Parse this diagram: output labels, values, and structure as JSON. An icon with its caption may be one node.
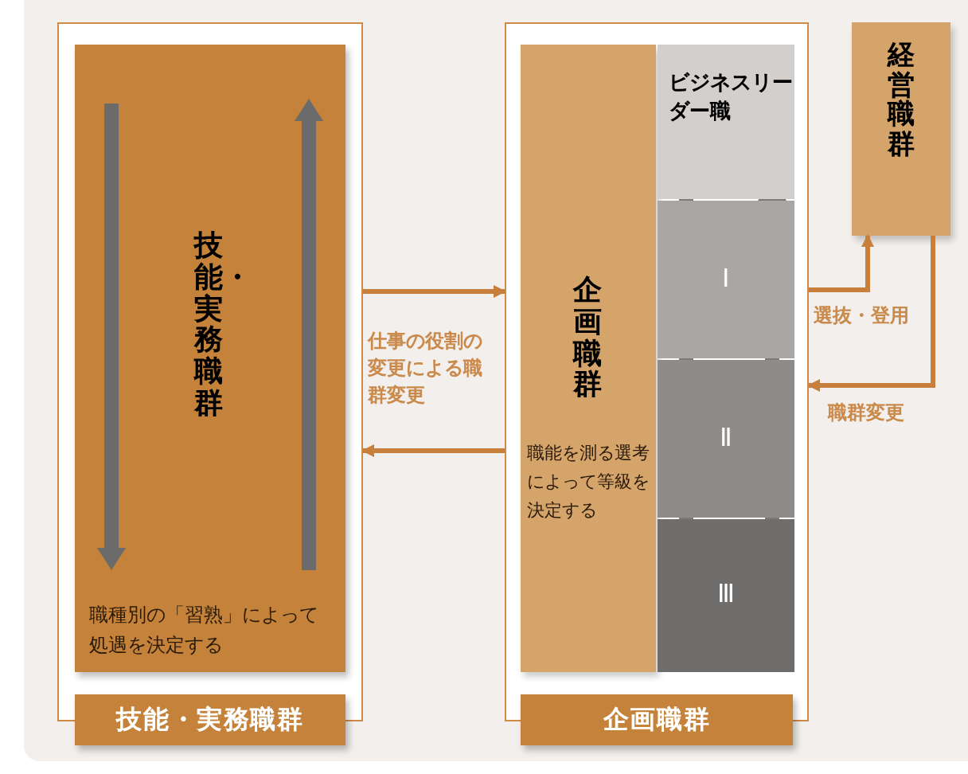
{
  "diagram": {
    "nodes": [
      {
        "text": [],
        "shape": "box"
      },
      {
        "text": [
          "技能・実務職群",
          "職種別の「習熟」によって処遇を決定する"
        ],
        "in": 0
      },
      {
        "text": [
          "技能・実務職群"
        ]
      },
      {
        "text": [],
        "shape": "box"
      },
      {
        "text": [
          "企画職群",
          "職能を測る選考によって等級を決定する"
        ],
        "in": 3
      },
      {
        "text": [
          "ビジネスリーダー職"
        ],
        "in": 3
      },
      {
        "text": [
          "Ⅰ"
        ],
        "in": 3
      },
      {
        "text": [
          "Ⅱ"
        ],
        "in": 3
      },
      {
        "text": [
          "Ⅲ"
        ],
        "in": 3
      },
      {
        "text": [
          "企画職群"
        ]
      },
      {
        "text": [
          "経営職群"
        ]
      }
    ],
    "edges": [
      {
        "from": 0,
        "to": 3,
        "arrow": "to",
        "label": "仕事の役割の変更による職群変更"
      },
      {
        "from": 3,
        "to": 0,
        "arrow": "to"
      },
      {
        "from": 3,
        "to": 10,
        "arrow": "to",
        "label": "選抜・登用"
      },
      {
        "from": 10,
        "to": 3,
        "arrow": "to",
        "label": "職群変更"
      }
    ]
  }
}
